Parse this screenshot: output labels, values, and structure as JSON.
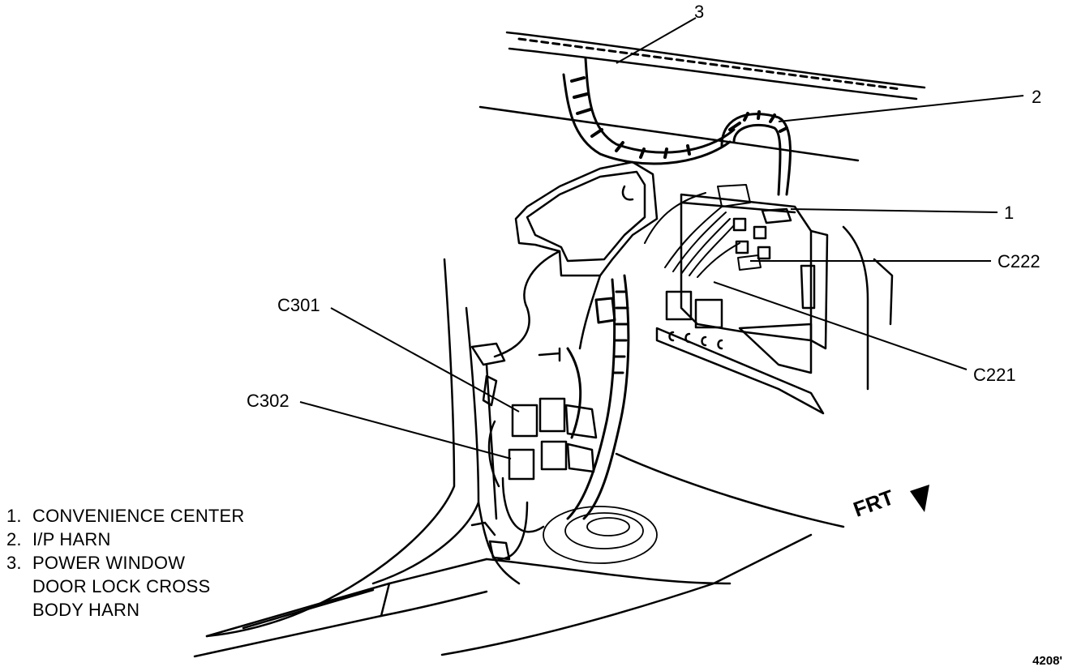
{
  "callouts": {
    "c1": "1",
    "c2": "2",
    "c3": "3",
    "c222": "C222",
    "c221": "C221",
    "c301": "C301",
    "c302": "C302"
  },
  "legend": [
    {
      "num": "1.",
      "text": "CONVENIENCE CENTER"
    },
    {
      "num": "2.",
      "text": "I/P HARN"
    },
    {
      "num": "3.",
      "text": "POWER WINDOW",
      "continuation": [
        "DOOR LOCK CROSS",
        "BODY HARN"
      ]
    }
  ],
  "direction_label": "FRT",
  "figure_number": "4208'"
}
